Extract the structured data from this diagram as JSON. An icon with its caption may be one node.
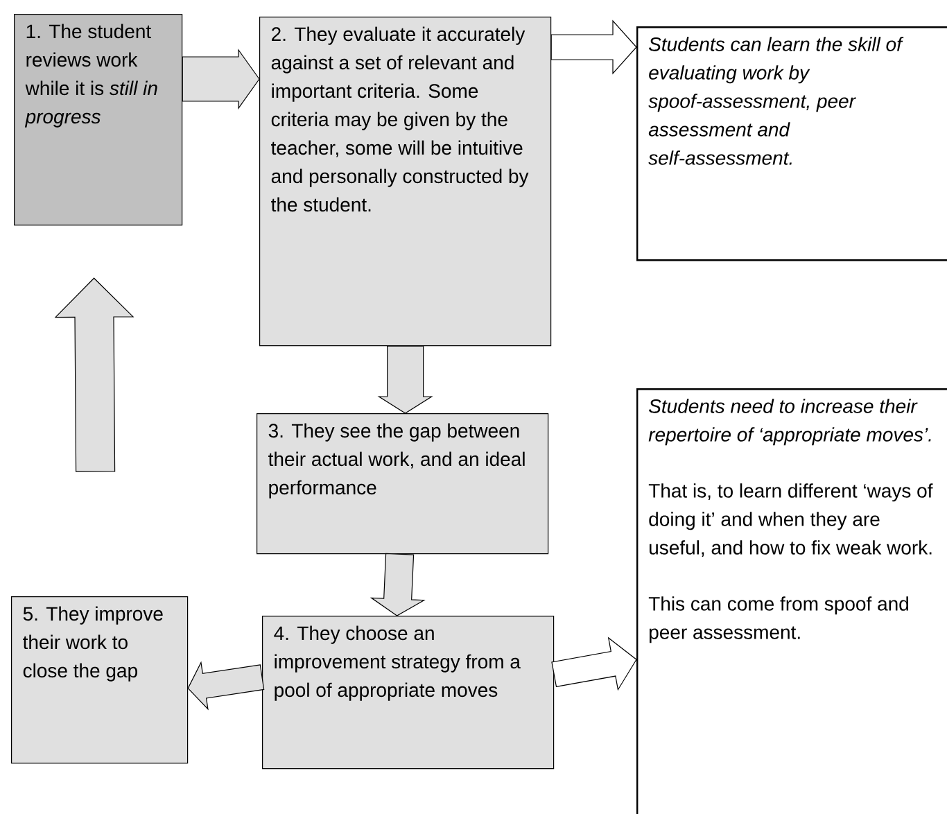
{
  "diagram": {
    "nodes": [
      {
        "text": [
          "1. The student reviews work while it is *still in progress*"
        ]
      },
      {
        "text": [
          "2. They evaluate it accurately against a set of relevant and important criteria. Some criteria may be given by the teacher, some will be intuitive and personally constructed by the student."
        ]
      },
      {
        "text": [
          "Students can learn the skill of evaluating work by spoof-assessment, peer assessment and self-assessment."
        ]
      },
      {
        "text": [
          "3. They see the gap between their actual work, and an ideal performance"
        ]
      },
      {
        "text": [
          "4. They choose an improvement strategy from a pool of appropriate moves"
        ]
      },
      {
        "text": [
          "5. They improve their work to close the gap"
        ]
      },
      {
        "text": [
          "Students need to increase their repertoire of ‘appropriate moves’.",
          "That is, to learn different ‘ways of doing it’ and when they are useful, and how to fix weak work.",
          "This can come from spoof and peer assessment."
        ]
      }
    ],
    "edges": [
      {
        "from": 0,
        "to": 1,
        "arrow": "to"
      },
      {
        "from": 1,
        "to": 2,
        "arrow": "to",
        "color": "#ffffff"
      },
      {
        "from": 1,
        "to": 3,
        "arrow": "to"
      },
      {
        "from": 3,
        "to": 4,
        "arrow": "to"
      },
      {
        "from": 4,
        "to": 5,
        "arrow": "to"
      },
      {
        "from": 4,
        "to": 6,
        "arrow": "to",
        "color": "#ffffff"
      },
      {
        "from": 5,
        "to": 0,
        "arrow": "to"
      }
    ]
  }
}
